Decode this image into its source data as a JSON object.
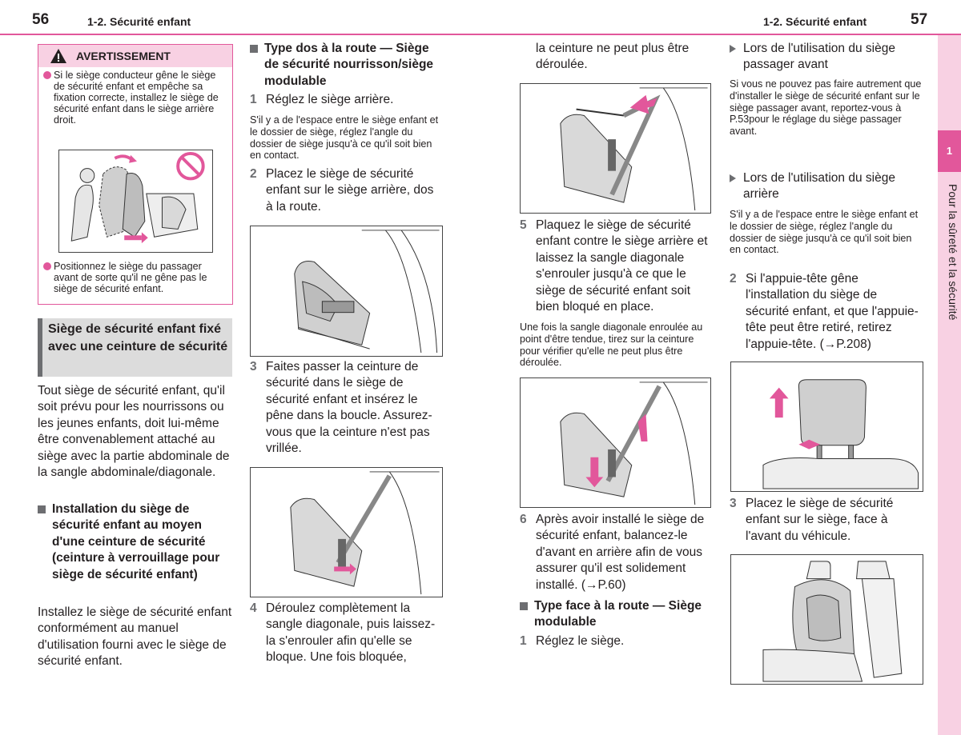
{
  "header": {
    "left_page_num": "56",
    "left_section": "1-2. Sécurité enfant",
    "right_section": "1-2. Sécurité enfant",
    "right_page_num": "57"
  },
  "side_tab": {
    "chapter_num": "1",
    "chapter_title": "Pour la sûreté et la sécurité"
  },
  "warning": {
    "title": "AVERTISSEMENT",
    "item1": "Si le siège conducteur gêne le siège de sécurité enfant et empêche sa fixation correcte, installez le siège de sécurité enfant dans le siège arrière droit.",
    "item2": "Positionnez le siège du passager avant de sorte qu'il ne gêne pas le siège de sécurité enfant."
  },
  "section": {
    "title": "Siège de sécurité enfant fixé avec une ceinture de sécurité",
    "intro": "Tout siège de sécurité enfant, qu'il soit prévu pour les nourrissons ou les jeunes enfants, doit lui-même être convenablement attaché au siège avec la partie abdominale de la sangle abdominale/diagonale.",
    "install_heading": "Installation du siège de sécurité enfant au moyen d'une ceinture de sécurité (ceinture à verrouillage pour siège de sécurité enfant)",
    "install_text": "Installez le siège de sécurité enfant conformément au manuel d'utilisation fourni avec le siège de sécurité enfant."
  },
  "col2": {
    "heading": "Type dos à la route — Siège de sécurité nourrisson/siège modulable",
    "step1_num": "1",
    "step1": "Réglez le siège arrière.",
    "note1": "S'il y a de l'espace entre le siège enfant et le dossier de siège, réglez l'angle du dossier de siège jusqu'à ce qu'il soit bien en contact.",
    "step2_num": "2",
    "step2": "Placez le siège de sécurité enfant sur le siège arrière, dos à la route.",
    "step3_num": "3",
    "step3": "Faites passer la ceinture de sécurité dans le siège de sécurité enfant et insérez le pêne dans la boucle. Assurez-vous que la ceinture n'est pas vrillée.",
    "step4_num": "4",
    "step4": "Déroulez complètement la sangle diagonale, puis laissez-la s'enrouler afin qu'elle se bloque. Une fois bloquée,"
  },
  "col3": {
    "cont": "la ceinture ne peut plus être déroulée.",
    "step5_num": "5",
    "step5": "Plaquez le siège de sécurité enfant contre le siège arrière et laissez la sangle diagonale s'enrouler jusqu'à ce que le siège de sécurité enfant soit bien bloqué en place.",
    "note5": "Une fois la sangle diagonale enroulée au point d'être tendue, tirez sur la ceinture pour vérifier qu'elle ne peut plus être déroulée.",
    "step6_num": "6",
    "step6": "Après avoir installé le siège de sécurité enfant, balancez-le d'avant en arrière afin de vous assurer qu'il est solidement installé. (→P.60)",
    "heading2": "Type face à la route — Siège modulable",
    "step1b_num": "1",
    "step1b": "Réglez le siège."
  },
  "col4": {
    "item_front": "Lors de l'utilisation du siège passager avant",
    "note_front": "Si vous ne pouvez pas faire autrement que d'installer le siège de sécurité enfant sur le siège passager avant, reportez-vous à P.53pour le réglage du siège passager avant.",
    "item_rear": "Lors de l'utilisation du siège arrière",
    "note_rear": "S'il y a de l'espace entre le siège enfant et le dossier de siège, réglez l'angle du dossier de siège jusqu'à ce qu'il soit bien en contact.",
    "step2_num": "2",
    "step2": "Si l'appuie-tête gêne l'installation du siège de sécurité enfant, et que l'appuie-tête peut être retiré, retirez l'appuie-tête. (→P.208)",
    "step3_num": "3",
    "step3": "Placez le siège de sécurité enfant sur le siège, face à l'avant du véhicule."
  },
  "colors": {
    "accent": "#e2579b",
    "accent_light": "#f8d1e3",
    "gray_box": "#dcdcdc"
  },
  "icons": [
    "warning-triangle-icon",
    "prohibited-icon",
    "arrow-icon"
  ]
}
